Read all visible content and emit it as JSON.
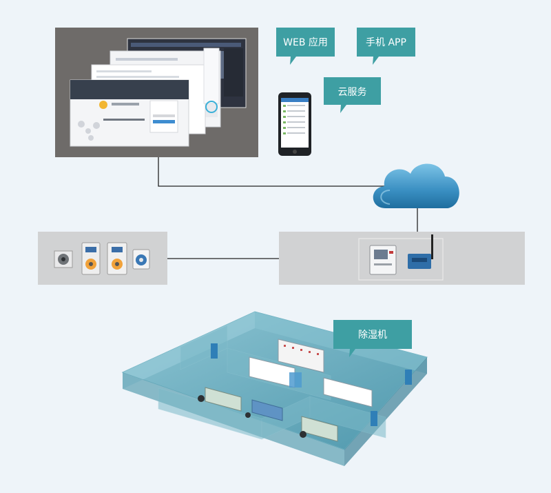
{
  "callouts": {
    "web_app": "WEB 应用",
    "mobile_app": "手机 APP",
    "cloud_service": "云服务",
    "dehumidifier": "除湿机"
  },
  "colors": {
    "background": "#eef4f9",
    "callout": "#3e9fa3",
    "panel_dark": "#6e6b69",
    "panel_gray": "#d1d2d3",
    "connector": "#222222",
    "cloud": "#3b8fbf",
    "floor_glass": "#5fa9bd"
  }
}
